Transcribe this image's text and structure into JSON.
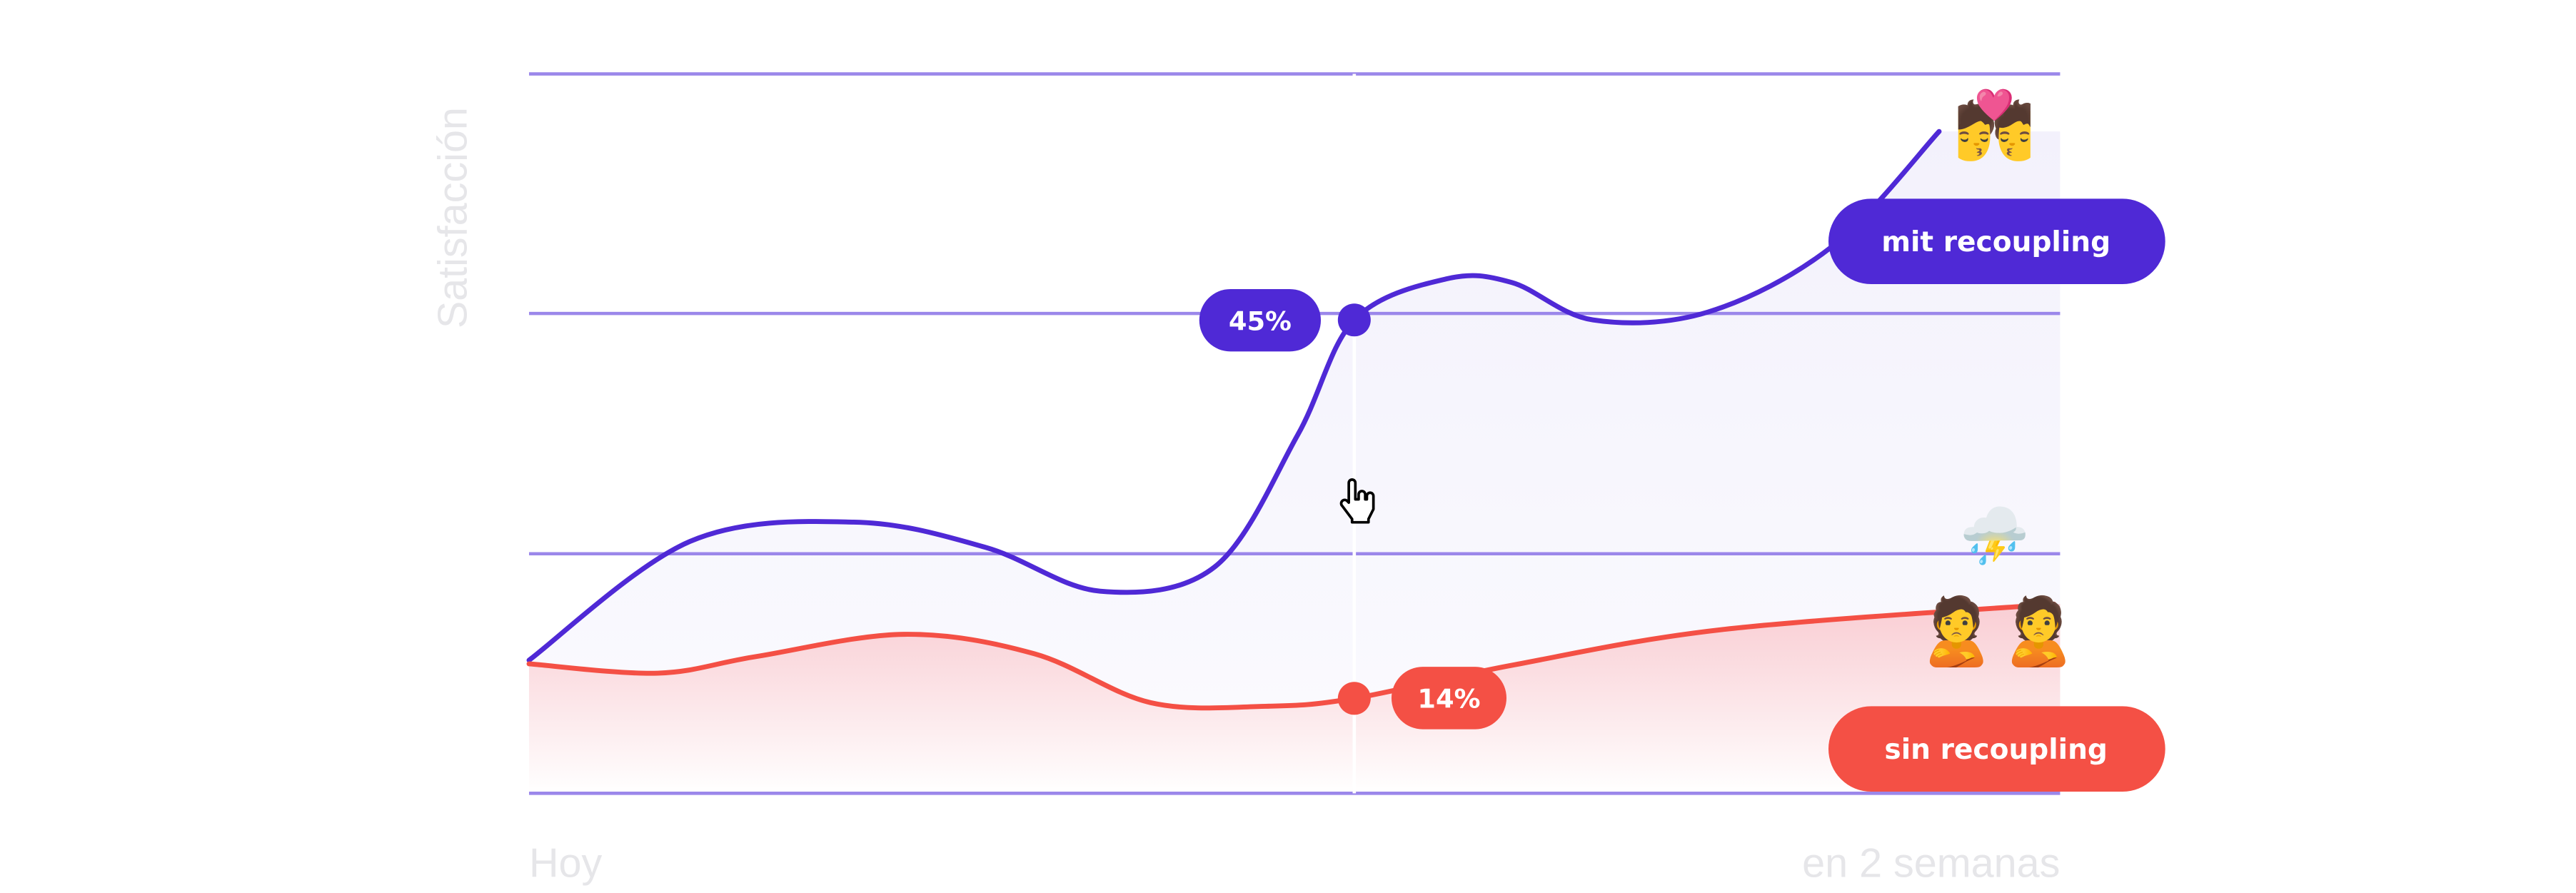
{
  "chart_data": {
    "type": "line",
    "title": "",
    "ylabel": "Satisfacción",
    "xlabel": "",
    "x_tick_labels": [
      "Hoy",
      "en 2 semanas"
    ],
    "xlim": [
      0,
      1
    ],
    "ylim": [
      0,
      1
    ],
    "grid": true,
    "gridlines_y": [
      0,
      0.333,
      0.667,
      1
    ],
    "marker_x": 0.539,
    "series": [
      {
        "name": "mit recoupling",
        "color": "#4f29d6",
        "marker_label": "45%",
        "points": [
          [
            0,
            0.185
          ],
          [
            0.105,
            0.35
          ],
          [
            0.212,
            0.377
          ],
          [
            0.298,
            0.342
          ],
          [
            0.373,
            0.281
          ],
          [
            0.448,
            0.315
          ],
          [
            0.502,
            0.498
          ],
          [
            0.539,
            0.658
          ],
          [
            0.599,
            0.715
          ],
          [
            0.642,
            0.71
          ],
          [
            0.695,
            0.658
          ],
          [
            0.77,
            0.669
          ],
          [
            0.851,
            0.76
          ],
          [
            0.921,
            0.92
          ]
        ]
      },
      {
        "name": "sin recoupling",
        "color": "#f45045",
        "marker_label": "14%",
        "points": [
          [
            0,
            0.18
          ],
          [
            0.084,
            0.167
          ],
          [
            0.148,
            0.19
          ],
          [
            0.245,
            0.221
          ],
          [
            0.33,
            0.194
          ],
          [
            0.406,
            0.126
          ],
          [
            0.481,
            0.121
          ],
          [
            0.539,
            0.132
          ],
          [
            0.642,
            0.178
          ],
          [
            0.781,
            0.228
          ],
          [
            0.996,
            0.263
          ]
        ]
      }
    ]
  },
  "emojis": {
    "happy": "💏",
    "sad_cloud": "⛈️",
    "sad_people": "🙎🙎"
  },
  "colors": {
    "grid": "#9b87ea",
    "axis_text": "#e6e6e9"
  }
}
